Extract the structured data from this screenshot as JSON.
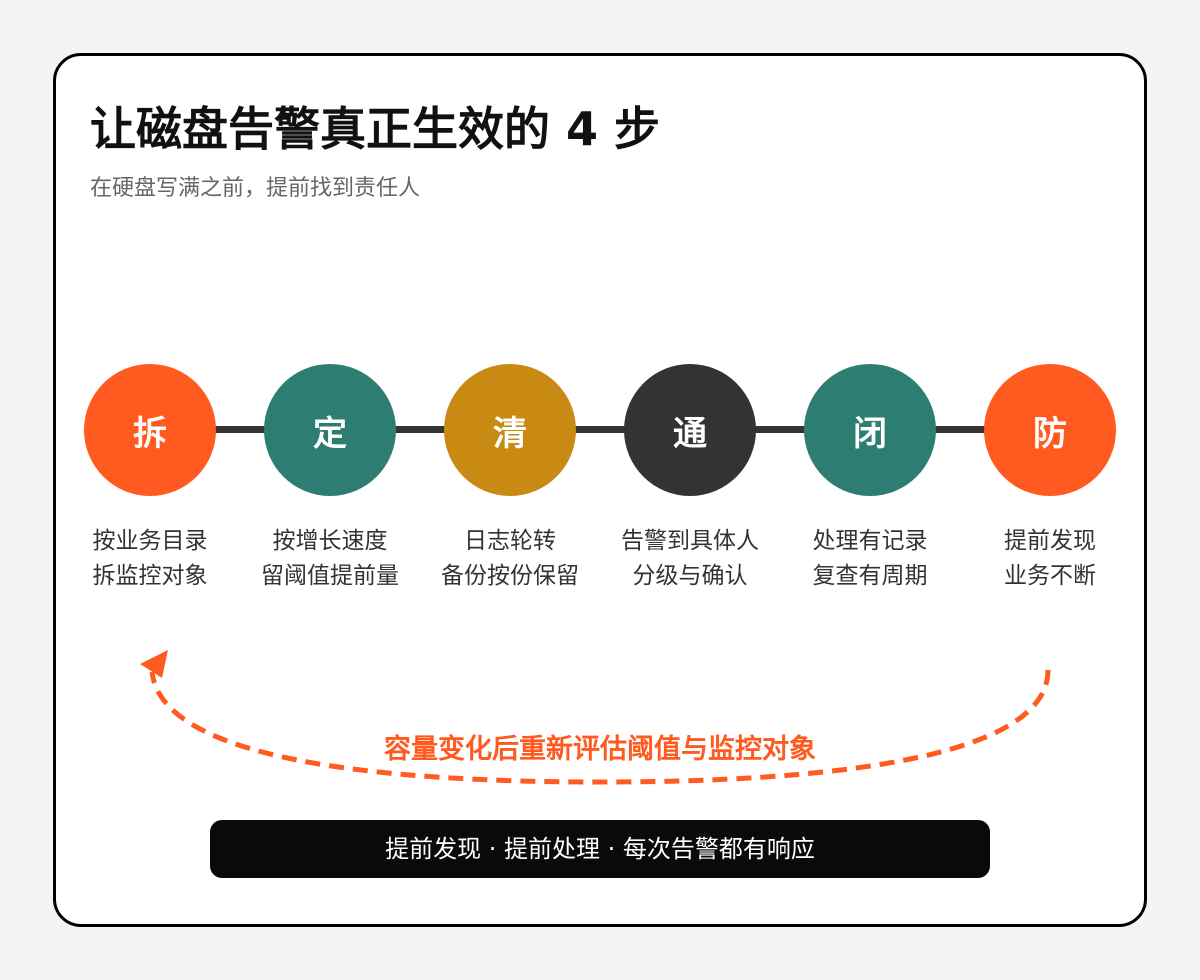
{
  "title": "让磁盘告警真正生效的 4 步",
  "subtitle": "在硬盘写满之前，提前找到责任人",
  "colors": {
    "orange": "#ff5a1f",
    "teal": "#2e7d73",
    "gold": "#c98a14",
    "dark": "#333333"
  },
  "steps": [
    {
      "char": "拆",
      "color": "#ff5a1f",
      "line1": "按业务目录",
      "line2": "拆监控对象"
    },
    {
      "char": "定",
      "color": "#2e7d73",
      "line1": "按增长速度",
      "line2": "留阈值提前量"
    },
    {
      "char": "清",
      "color": "#c98a14",
      "line1": "日志轮转",
      "line2": "备份按份保留"
    },
    {
      "char": "通",
      "color": "#333333",
      "line1": "告警到具体人",
      "line2": "分级与确认"
    },
    {
      "char": "闭",
      "color": "#2e7d73",
      "line1": "处理有记录",
      "line2": "复查有周期"
    },
    {
      "char": "防",
      "color": "#ff5a1f",
      "line1": "提前发现",
      "line2": "业务不断"
    }
  ],
  "loop_label": "容量变化后重新评估阈值与监控对象",
  "footer": "提前发现 · 提前处理 · 每次告警都有响应"
}
